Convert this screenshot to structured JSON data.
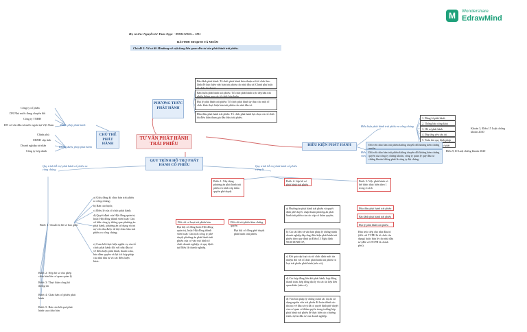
{
  "logo": {
    "brand_line1": "Wondershare",
    "brand_line2": "EdrawMind"
  },
  "header": {
    "author": "Họ và tên: Nguyễn Lê Thảo Ngọc - 0983172103… D01",
    "title": "BÀI THU HOẠCH CÁ NHÂN",
    "topic": "Chủ đề 3: Vẽ sơ đồ Mindmap về nội dung liên quan đến tư vấn phát hành trái phiếu."
  },
  "central": {
    "label": "TƯ VẤN PHÁT HÀNH TRÁI PHIẾU"
  },
  "method": {
    "label": "PHƯƠNG THỨC PHÁT HÀNH",
    "items": [
      "Bảo lãnh phát hành: Tổ chức phát hành thỏa thuận với tổ chức bảo lãnh để thực hiện việc bán trái phiếu cho nhà đầu tư (Chính phủ hoặc tổ chức tín dụng)",
      "Bán buôn phát hành trái phiếu: Tổ chức phát hành trực tiếp bán trái phiếu thông qua các tổ chức bán buôn.",
      "Đại lý phát hành trái phiếu: Tổ chức phát hành ủy thác cho một tổ chức khác thực hiện bán trái phiếu cho nhà đầu tư.",
      "Đấu thầu phát hành trái phiếu: Tổ chức phát hành lựa chọn các tổ chức đủ điều kiện tham gia đấu thầu trái phiếu."
    ]
  },
  "subjects": {
    "label": "CHỦ THỂ PHÁT HÀNH",
    "issuer_label": "Được phép phát hành",
    "not_issuer_label": "Không được phép phát hành",
    "issuers": [
      "Công ty cổ phần",
      "DN Nhà nước đang chuyển đổi",
      "Công ty TNHH",
      "DN có vốn đầu tư nước ngoài tại Việt Nam"
    ],
    "non_issuers": [
      "Chính phủ",
      "UBND cấp tỉnh",
      "Doanh nghiệp tư nhân",
      "Công ty hợp danh"
    ]
  },
  "conditions": {
    "label": "ĐIỀU KIỆN PHÁT HÀNH",
    "private_label": "Điều kiện phát hành trái phiếu ra công chúng",
    "private_items": [
      "1. Đăng kí phát hành",
      "2. Thông báo công khai",
      "3. Hồ sơ phát hành",
      "4. Đáp ứng yêu cầu tài chính",
      "5. Tuân thủ quy định pháp luật",
      "6. Chứng thực hồ sơ phát hành"
    ],
    "private_note": "Khoản 3, Điều 15 Luật chứng khoán 2020",
    "individual_label": "Điều kiện phát hành trái phiếu riêng lẻ",
    "individual_items": [
      "Đối với chào bán trái phiếu không chuyển đổi không kèm chứng quyền.",
      "Đối với chào bán trái phiếu không chuyển đổi không kèm chứng quyền của công ty chứng khoán, công ty quản lý quỹ đầu tư chứng khoán không phải là công ty đại chúng."
    ],
    "individual_note": "Điều 9,10 Luật chứng khoán 2020"
  },
  "support": {
    "label": "QUY TRÌNH HỖ TRỢ PHÁT HÀNH CỔ PHIẾU",
    "public_label": "Quy trình hỗ trợ phát hành cổ phiếu ra công chúng",
    "public_steps": [
      "Bước 1: Chuẩn bị hồ sơ bao gồm",
      "Bước 2: Nộp hồ sơ cho phép chào bán lên cơ quan quản lý",
      "Bước 3: Thực hiện công bố thông tin",
      "Bước 4: Chào bán cổ phiếu phát hành",
      "Bước 5: Báo cáo kết quả phát hành sau chào bán"
    ],
    "public_docs": [
      "a) Giấy đăng kí chào bán trái phiếu ra công chúng;",
      "b) Bản cáo bạch;",
      "c) Điều lệ của tổ chức phát hành;",
      "d) Quyết định của Hội đồng quản trị hoặc Hội đồng thành viên hoặc Chủ sở hữu công ty thông qua phương án phát hành, phương án sử dụng và trả nợ vốn thu được từ đợt chào bán trái phiếu ra công chúng;",
      "e) Cam kết thực hiện nghĩa vụ của tổ chức phát hành đối với nhà đầu tư về điều kiện phát hành, thanh toán, bảo đảm quyền và lợi ích hợp pháp của nhà đầu tư và các điều kiện khác."
    ],
    "private_label": "Quy trình hỗ trợ phát hành cổ phiếu riêng lẻ",
    "step1": "Bước 1: Xây dựng phương án phát hành trái phiếu và trình cấp thẩm quyền phê duyệt",
    "step1_a_label": "Đối với cơ hoạt trái phiếu bán",
    "step1_a_text": "Đại hội cổ đông hoặc Hội đồng quản trị, hoặc Hội đồng thành viên hoặc Chủ tịch công ty phê duyệt phương án phát hành trái phiếu của cơ vào mô hình tổ chức doanh nghiệp và quy định tại Điều lệ doanh nghiệp.",
    "step1_b_label": "Đối với trái phiếu kèm chứng quyền",
    "step1_b_text": "Đại hội cổ đông phê duyệt phát hành trái phiếu",
    "step2": "Bước 2: Lập hồ sơ phát hành trái phiếu",
    "step2_items": [
      "a) Phương án phát hành trái phiếu và quyết định phê duyệt, chấp thuận phương án phát hành trái phiếu của các cấp có thẩm quyền;",
      "b) Các tài liệu và văn bản pháp lý chứng minh doanh nghiệp đáp ứng điều kiện phát hành trái phiếu theo quy định tại Điều 13 Nghị định 90/2018/NĐ-CP;",
      "c) Kết quả xếp loại của tổ chức định mức tín nhiệm đối với tổ chức phát hành trái phiếu và loại trái phiếu phát hành (nếu có);",
      "d) Các hợp đồng liên kết phát hành, hợp đồng thanh toán, hợp đồng đại lý và các tài liệu liên quan khác (nếu có);",
      "đ) Văn bản pháp lý chứng minh các dự án sử dụng nguồn vốn trái phiếu đã hoàn thành các thủ tục về đầu tư và đã có quyết định phê duyệt của cơ quan có thẩm quyền trong trường hợp phát hành trái phiếu để thực hiện các chương trình, dự án đầu tư của doanh nghiệp."
    ],
    "step3": "Bước 3: Việc phát hành có thể được thực hiện theo 1 trong 4 cách",
    "step3_items": [
      "Đấu thầu phát hành trái phiếu",
      "Bảo lãnh phát hành trái phiếu",
      "Đại lý phát hành trái phiếu",
      "Bán trực tiếp cho nhà đầu tư (đối với TCPH là tổ chức tín dụng) hoặc bán lẻ cho nhà đầu tư (đối với TCPH là chính phủ)."
    ]
  }
}
